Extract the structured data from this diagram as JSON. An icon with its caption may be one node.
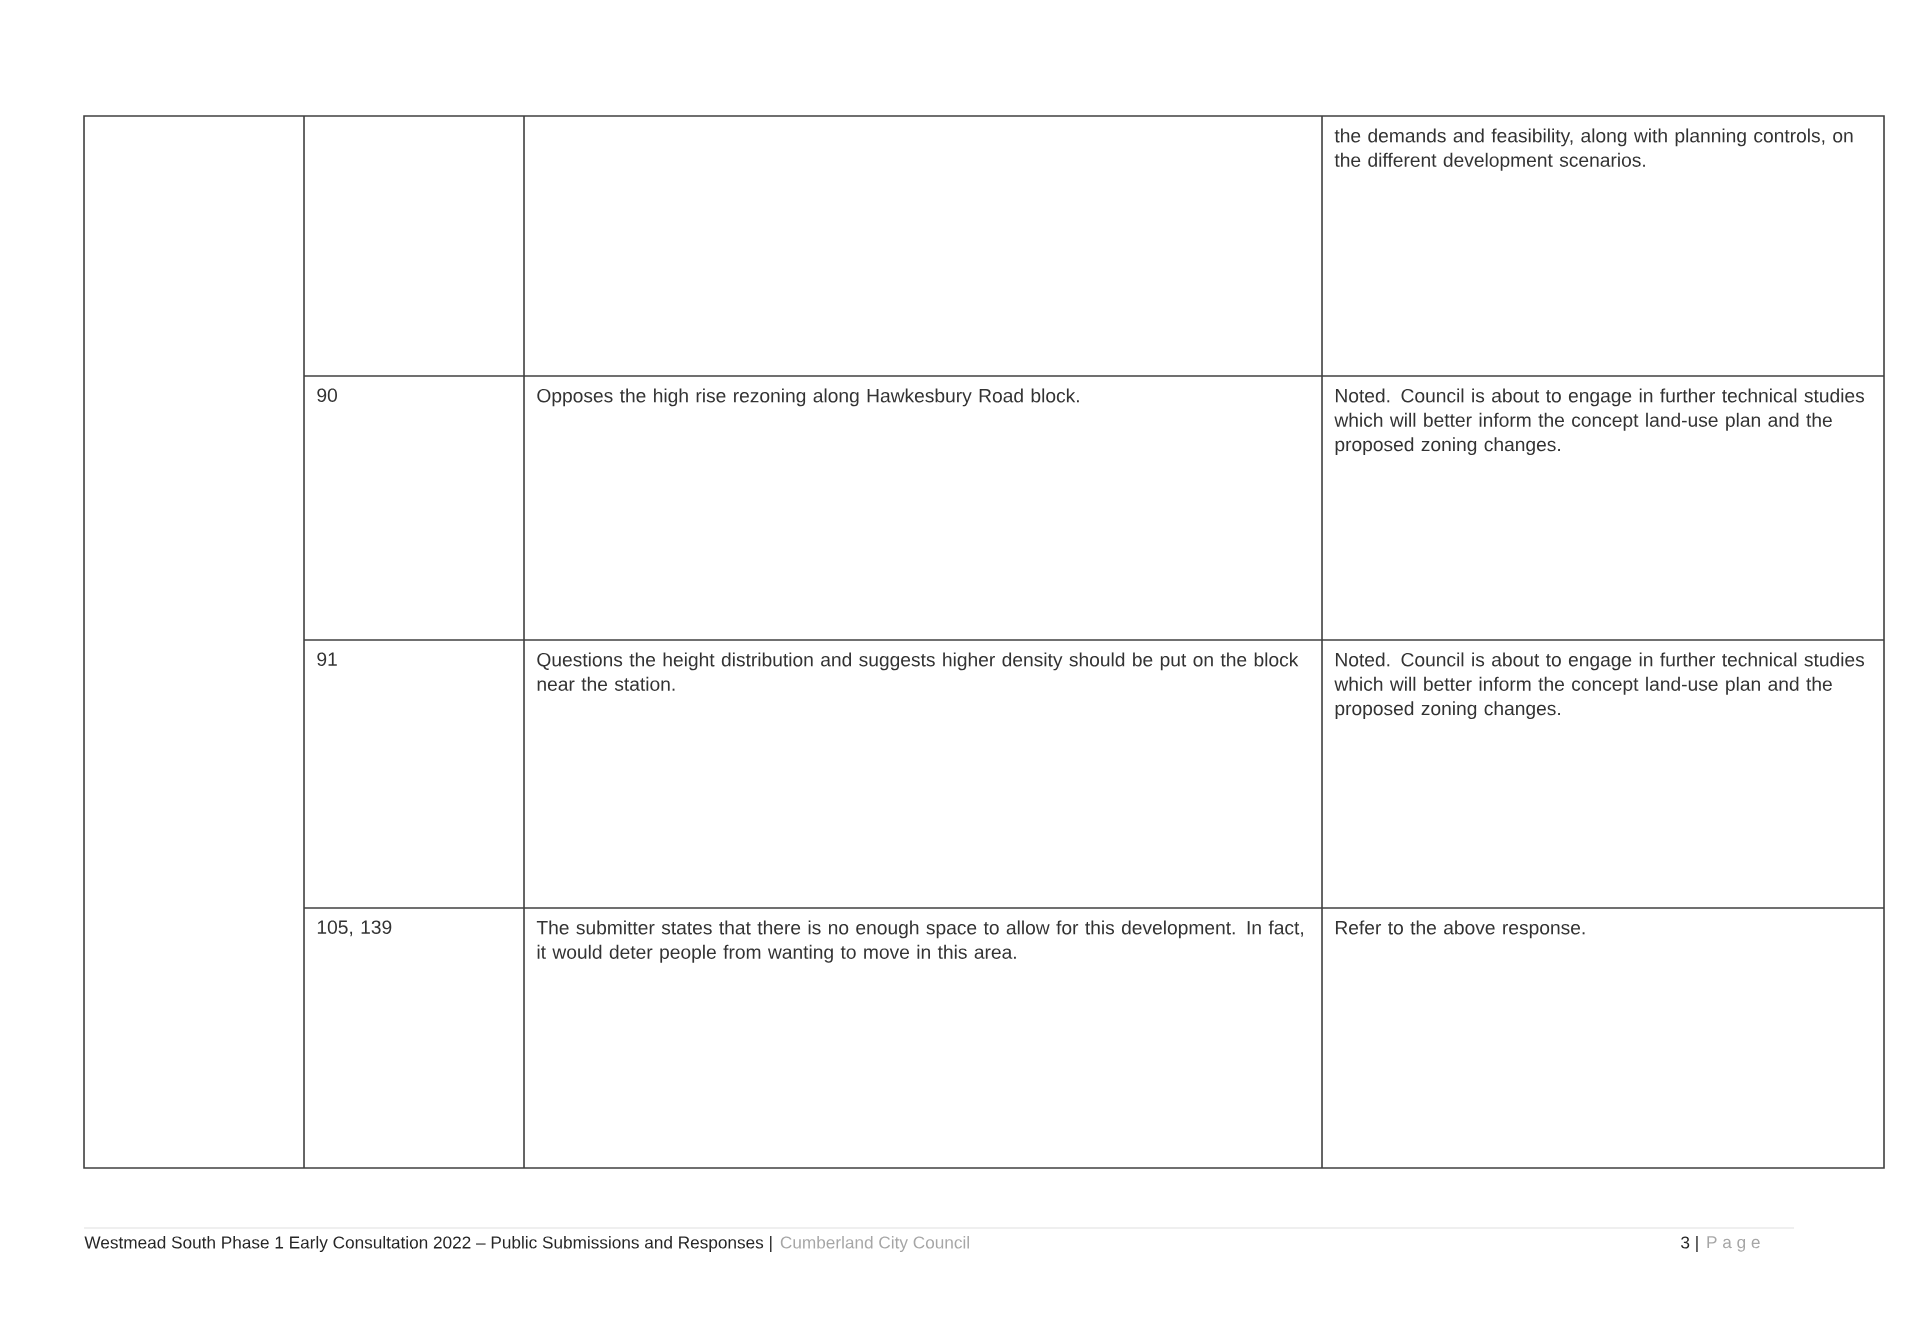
{
  "diagram": {
    "labels": [
      "the demands and feasibility, along with planning controls, on the different development scenarios.",
      "90",
      "Opposes the high rise rezoning along Hawkesbury Road block.",
      "Noted.  Council is about to engage in further technical studies which will better inform the concept land-use plan and the proposed zoning changes.",
      "91",
      "Questions the height distribution and suggests higher density should be put on the block near the station.",
      "Noted.  Council is about to engage in further technical studies which will better inform the concept land-use plan and the proposed zoning changes.",
      "105, 139",
      "The submitter states that there is no enough space to allow for this development. In fact, it would deter people from wanting to move in this area.",
      "Refer to the above response.",
      "Westmead South Phase 1 Early Consultation 2022 – Public Submissions and Responses |",
      "Cumberland City Council",
      "3 |",
      "P a g e"
    ]
  }
}
